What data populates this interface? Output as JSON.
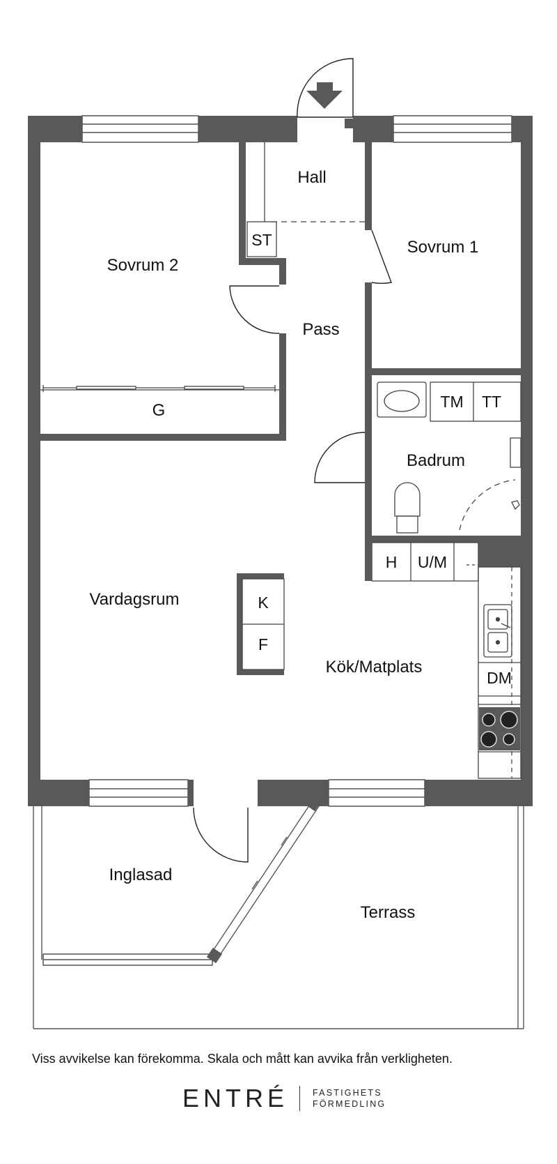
{
  "plan": {
    "rooms": {
      "hall": "Hall",
      "st": "ST",
      "sovrum1": "Sovrum 1",
      "sovrum2": "Sovrum 2",
      "pass": "Pass",
      "g": "G",
      "tm": "TM",
      "tt": "TT",
      "badrum": "Badrum",
      "h": "H",
      "um": "U/M",
      "vardagsrum": "Vardagsrum",
      "k": "K",
      "f": "F",
      "kok": "Kök/Matplats",
      "dm": "DM",
      "inglasad": "Inglasad",
      "terrass": "Terrass"
    }
  },
  "footer": {
    "disclaimer": "Viss avvikelse kan förekomma. Skala och mått kan avvika från verkligheten.",
    "brand": "ENTRÉ",
    "brand_sub_1": "FASTIGHETS",
    "brand_sub_2": "FÖRMEDLING"
  }
}
